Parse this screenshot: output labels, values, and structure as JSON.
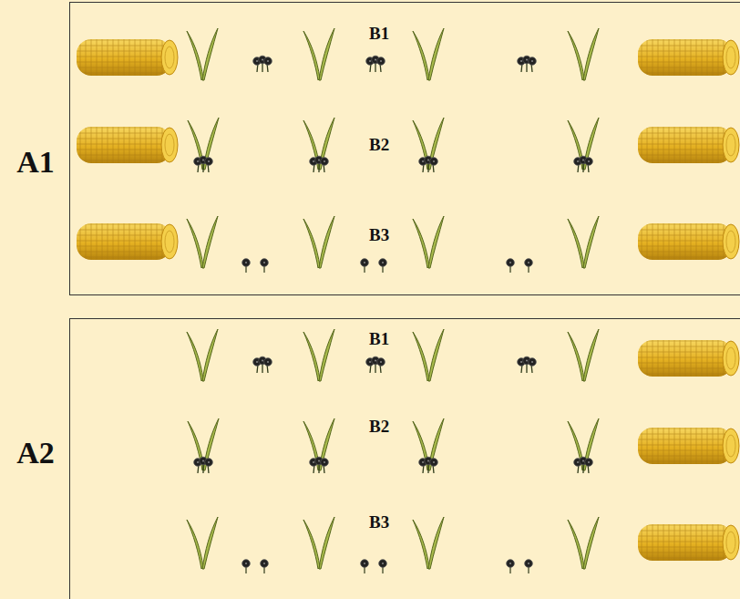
{
  "diagram": {
    "nodes": [
      {
        "text": [
          "A1"
        ]
      },
      {
        "text": [
          "A2"
        ]
      }
    ],
    "labels": [
      "B1",
      "B2",
      "B3",
      "B1",
      "B2",
      "B3"
    ]
  }
}
